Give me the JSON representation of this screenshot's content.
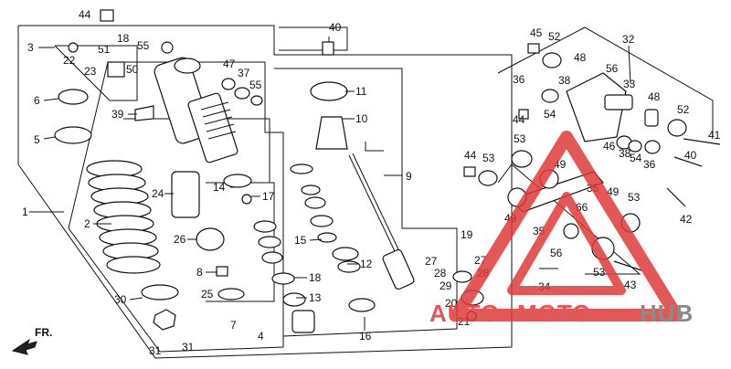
{
  "diagram": {
    "callouts": [
      {
        "id": "c44a",
        "text": "44"
      },
      {
        "id": "c40a",
        "text": "40"
      },
      {
        "id": "c3",
        "text": "3"
      },
      {
        "id": "c18",
        "text": "18"
      },
      {
        "id": "c55a",
        "text": "55"
      },
      {
        "id": "c22",
        "text": "22"
      },
      {
        "id": "c51",
        "text": "51"
      },
      {
        "id": "c23",
        "text": "23"
      },
      {
        "id": "c50",
        "text": "50"
      },
      {
        "id": "c47",
        "text": "47"
      },
      {
        "id": "c37",
        "text": "37"
      },
      {
        "id": "c55b",
        "text": "55"
      },
      {
        "id": "c6",
        "text": "6"
      },
      {
        "id": "c39",
        "text": "39"
      },
      {
        "id": "c5",
        "text": "5"
      },
      {
        "id": "c11",
        "text": "11"
      },
      {
        "id": "c10",
        "text": "10"
      },
      {
        "id": "c9",
        "text": "9"
      },
      {
        "id": "c14",
        "text": "14"
      },
      {
        "id": "c17",
        "text": "17"
      },
      {
        "id": "c24",
        "text": "24"
      },
      {
        "id": "c1",
        "text": "1"
      },
      {
        "id": "c2",
        "text": "2"
      },
      {
        "id": "c26",
        "text": "26"
      },
      {
        "id": "c15",
        "text": "15"
      },
      {
        "id": "c12",
        "text": "12"
      },
      {
        "id": "c8",
        "text": "8"
      },
      {
        "id": "c25",
        "text": "25"
      },
      {
        "id": "c18b",
        "text": "18"
      },
      {
        "id": "c13",
        "text": "13"
      },
      {
        "id": "c30",
        "text": "30"
      },
      {
        "id": "c7",
        "text": "7"
      },
      {
        "id": "c4",
        "text": "4"
      },
      {
        "id": "c16",
        "text": "16"
      },
      {
        "id": "c31a",
        "text": "31"
      },
      {
        "id": "c31b",
        "text": "31"
      },
      {
        "id": "c19",
        "text": "19"
      },
      {
        "id": "c27a",
        "text": "27"
      },
      {
        "id": "c27b",
        "text": "27"
      },
      {
        "id": "c28a",
        "text": "28"
      },
      {
        "id": "c28b",
        "text": "28"
      },
      {
        "id": "c29",
        "text": "29"
      },
      {
        "id": "c20",
        "text": "20"
      },
      {
        "id": "c21",
        "text": "21"
      },
      {
        "id": "c45",
        "text": "45"
      },
      {
        "id": "c52a",
        "text": "52"
      },
      {
        "id": "c32",
        "text": "32"
      },
      {
        "id": "c48a",
        "text": "48"
      },
      {
        "id": "c56a",
        "text": "56"
      },
      {
        "id": "c36a",
        "text": "36"
      },
      {
        "id": "c38a",
        "text": "38"
      },
      {
        "id": "c33",
        "text": "33"
      },
      {
        "id": "c48b",
        "text": "48"
      },
      {
        "id": "c44b",
        "text": "44"
      },
      {
        "id": "c54a",
        "text": "54"
      },
      {
        "id": "c52b",
        "text": "52"
      },
      {
        "id": "c41",
        "text": "41"
      },
      {
        "id": "c53a",
        "text": "53"
      },
      {
        "id": "c46",
        "text": "46"
      },
      {
        "id": "c38b",
        "text": "38"
      },
      {
        "id": "c54b",
        "text": "54"
      },
      {
        "id": "c36b",
        "text": "36"
      },
      {
        "id": "c44c",
        "text": "44"
      },
      {
        "id": "c53b",
        "text": "53"
      },
      {
        "id": "c49a",
        "text": "49"
      },
      {
        "id": "c40b",
        "text": "40"
      },
      {
        "id": "c35",
        "text": "35"
      },
      {
        "id": "c49b",
        "text": "49"
      },
      {
        "id": "c53c",
        "text": "53"
      },
      {
        "id": "c49c",
        "text": "49"
      },
      {
        "id": "c66",
        "text": "66"
      },
      {
        "id": "c42",
        "text": "42"
      },
      {
        "id": "c35b",
        "text": "35"
      },
      {
        "id": "c56b",
        "text": "56"
      },
      {
        "id": "c53d",
        "text": "53"
      },
      {
        "id": "c34",
        "text": "34"
      },
      {
        "id": "c43",
        "text": "43"
      }
    ],
    "direction_label": "FR.",
    "watermark": {
      "word_left": "AUTO",
      "word_mid": "MOTO",
      "word_right": "HUB",
      "color_red": "#e03a3a",
      "color_grey": "#777777"
    }
  }
}
